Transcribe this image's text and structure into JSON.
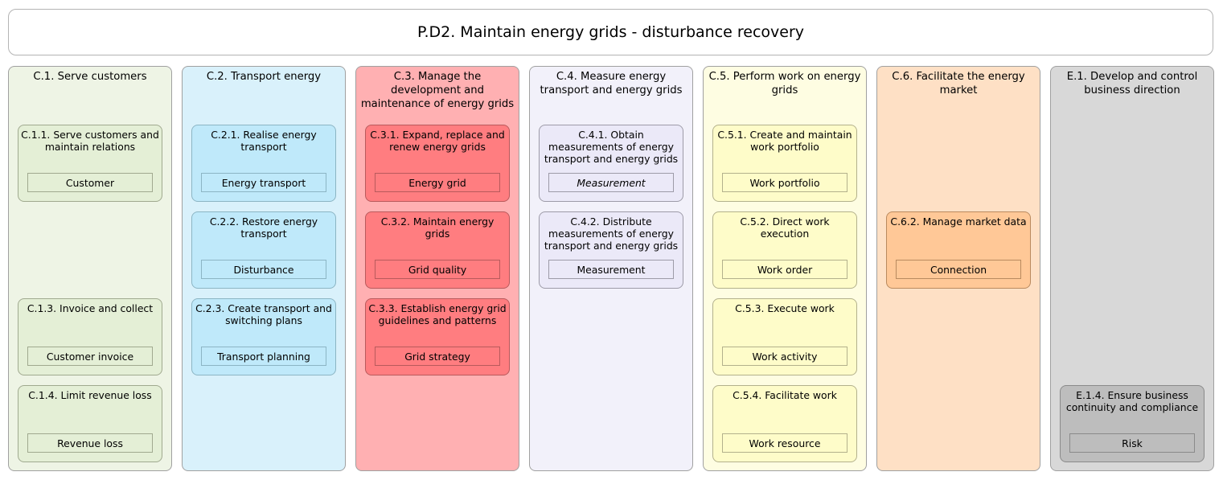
{
  "title": "P.D2. Maintain energy grids - disturbance recovery",
  "columns": [
    {
      "id": "c1",
      "title": "C.1. Serve customers",
      "bg": "#eef4e5",
      "card_bg": "#e4efd6",
      "card_border": "#a0a98f",
      "cards": [
        {
          "title": "C.1.1. Serve customers and maintain relations",
          "object": "Customer",
          "slot": 0
        },
        {
          "title": "C.1.3. Invoice and collect",
          "object": "Customer invoice",
          "slot": 2
        },
        {
          "title": "C.1.4. Limit revenue loss",
          "object": "Revenue loss",
          "slot": 3
        }
      ]
    },
    {
      "id": "c2",
      "title": "C.2. Transport energy",
      "bg": "#d9f1fb",
      "card_bg": "#bfe9fa",
      "card_border": "#8cb5c4",
      "cards": [
        {
          "title": "C.2.1. Realise energy transport",
          "object": "Energy transport",
          "slot": 0
        },
        {
          "title": "C.2.2. Restore energy transport",
          "object": "Disturbance",
          "slot": 1
        },
        {
          "title": "C.2.3. Create transport and switching plans",
          "object": "Transport planning",
          "slot": 2
        }
      ]
    },
    {
      "id": "c3",
      "title": "C.3. Manage the development and maintenance of energy grids",
      "bg": "#ffb0b2",
      "card_bg": "#ff7d80",
      "card_border": "#b85a5c",
      "cards": [
        {
          "title": "C.3.1. Expand, replace and renew energy grids",
          "object": "Energy grid",
          "slot": 0
        },
        {
          "title": "C.3.2. Maintain energy grids",
          "object": "Grid quality",
          "slot": 1
        },
        {
          "title": "C.3.3. Establish energy grid guidelines and patterns",
          "object": "Grid strategy",
          "slot": 2
        }
      ]
    },
    {
      "id": "c4",
      "title": "C.4. Measure energy transport and energy grids",
      "bg": "#f2f1fa",
      "card_bg": "#ebe9f8",
      "card_border": "#9d9ba8",
      "cards": [
        {
          "title": "C.4.1. Obtain measurements of energy transport and energy grids",
          "object": "Measurement",
          "italic": true,
          "slot": 0
        },
        {
          "title": "C.4.2. Distribute measurements of energy transport and energy grids",
          "object": "Measurement",
          "slot": 1
        }
      ]
    },
    {
      "id": "c5",
      "title": "C.5. Perform work on energy grids",
      "bg": "#fefde2",
      "card_bg": "#fefcc9",
      "card_border": "#b3b18c",
      "cards": [
        {
          "title": "C.5.1. Create and maintain work portfolio",
          "object": "Work portfolio",
          "slot": 0
        },
        {
          "title": "C.5.2. Direct work execution",
          "object": "Work order",
          "slot": 1
        },
        {
          "title": "C.5.3. Execute work",
          "object": "Work activity",
          "slot": 2
        },
        {
          "title": "C.5.4. Facilitate work",
          "object": "Work resource",
          "slot": 3
        }
      ]
    },
    {
      "id": "c6",
      "title": "C.6. Facilitate the energy market",
      "bg": "#fee0c5",
      "card_bg": "#ffc897",
      "card_border": "#b98a5f",
      "cards": [
        {
          "title": "C.6.2. Manage market data",
          "object": "Connection",
          "slot": 1
        }
      ]
    },
    {
      "id": "e1",
      "title": "E.1. Develop and control business direction",
      "bg": "#d8d8d8",
      "card_bg": "#bdbdbd",
      "card_border": "#8a8a8a",
      "cards": [
        {
          "title": "E.1.4. Ensure business continuity and compliance",
          "object": "Risk",
          "slot": 3
        }
      ]
    }
  ]
}
